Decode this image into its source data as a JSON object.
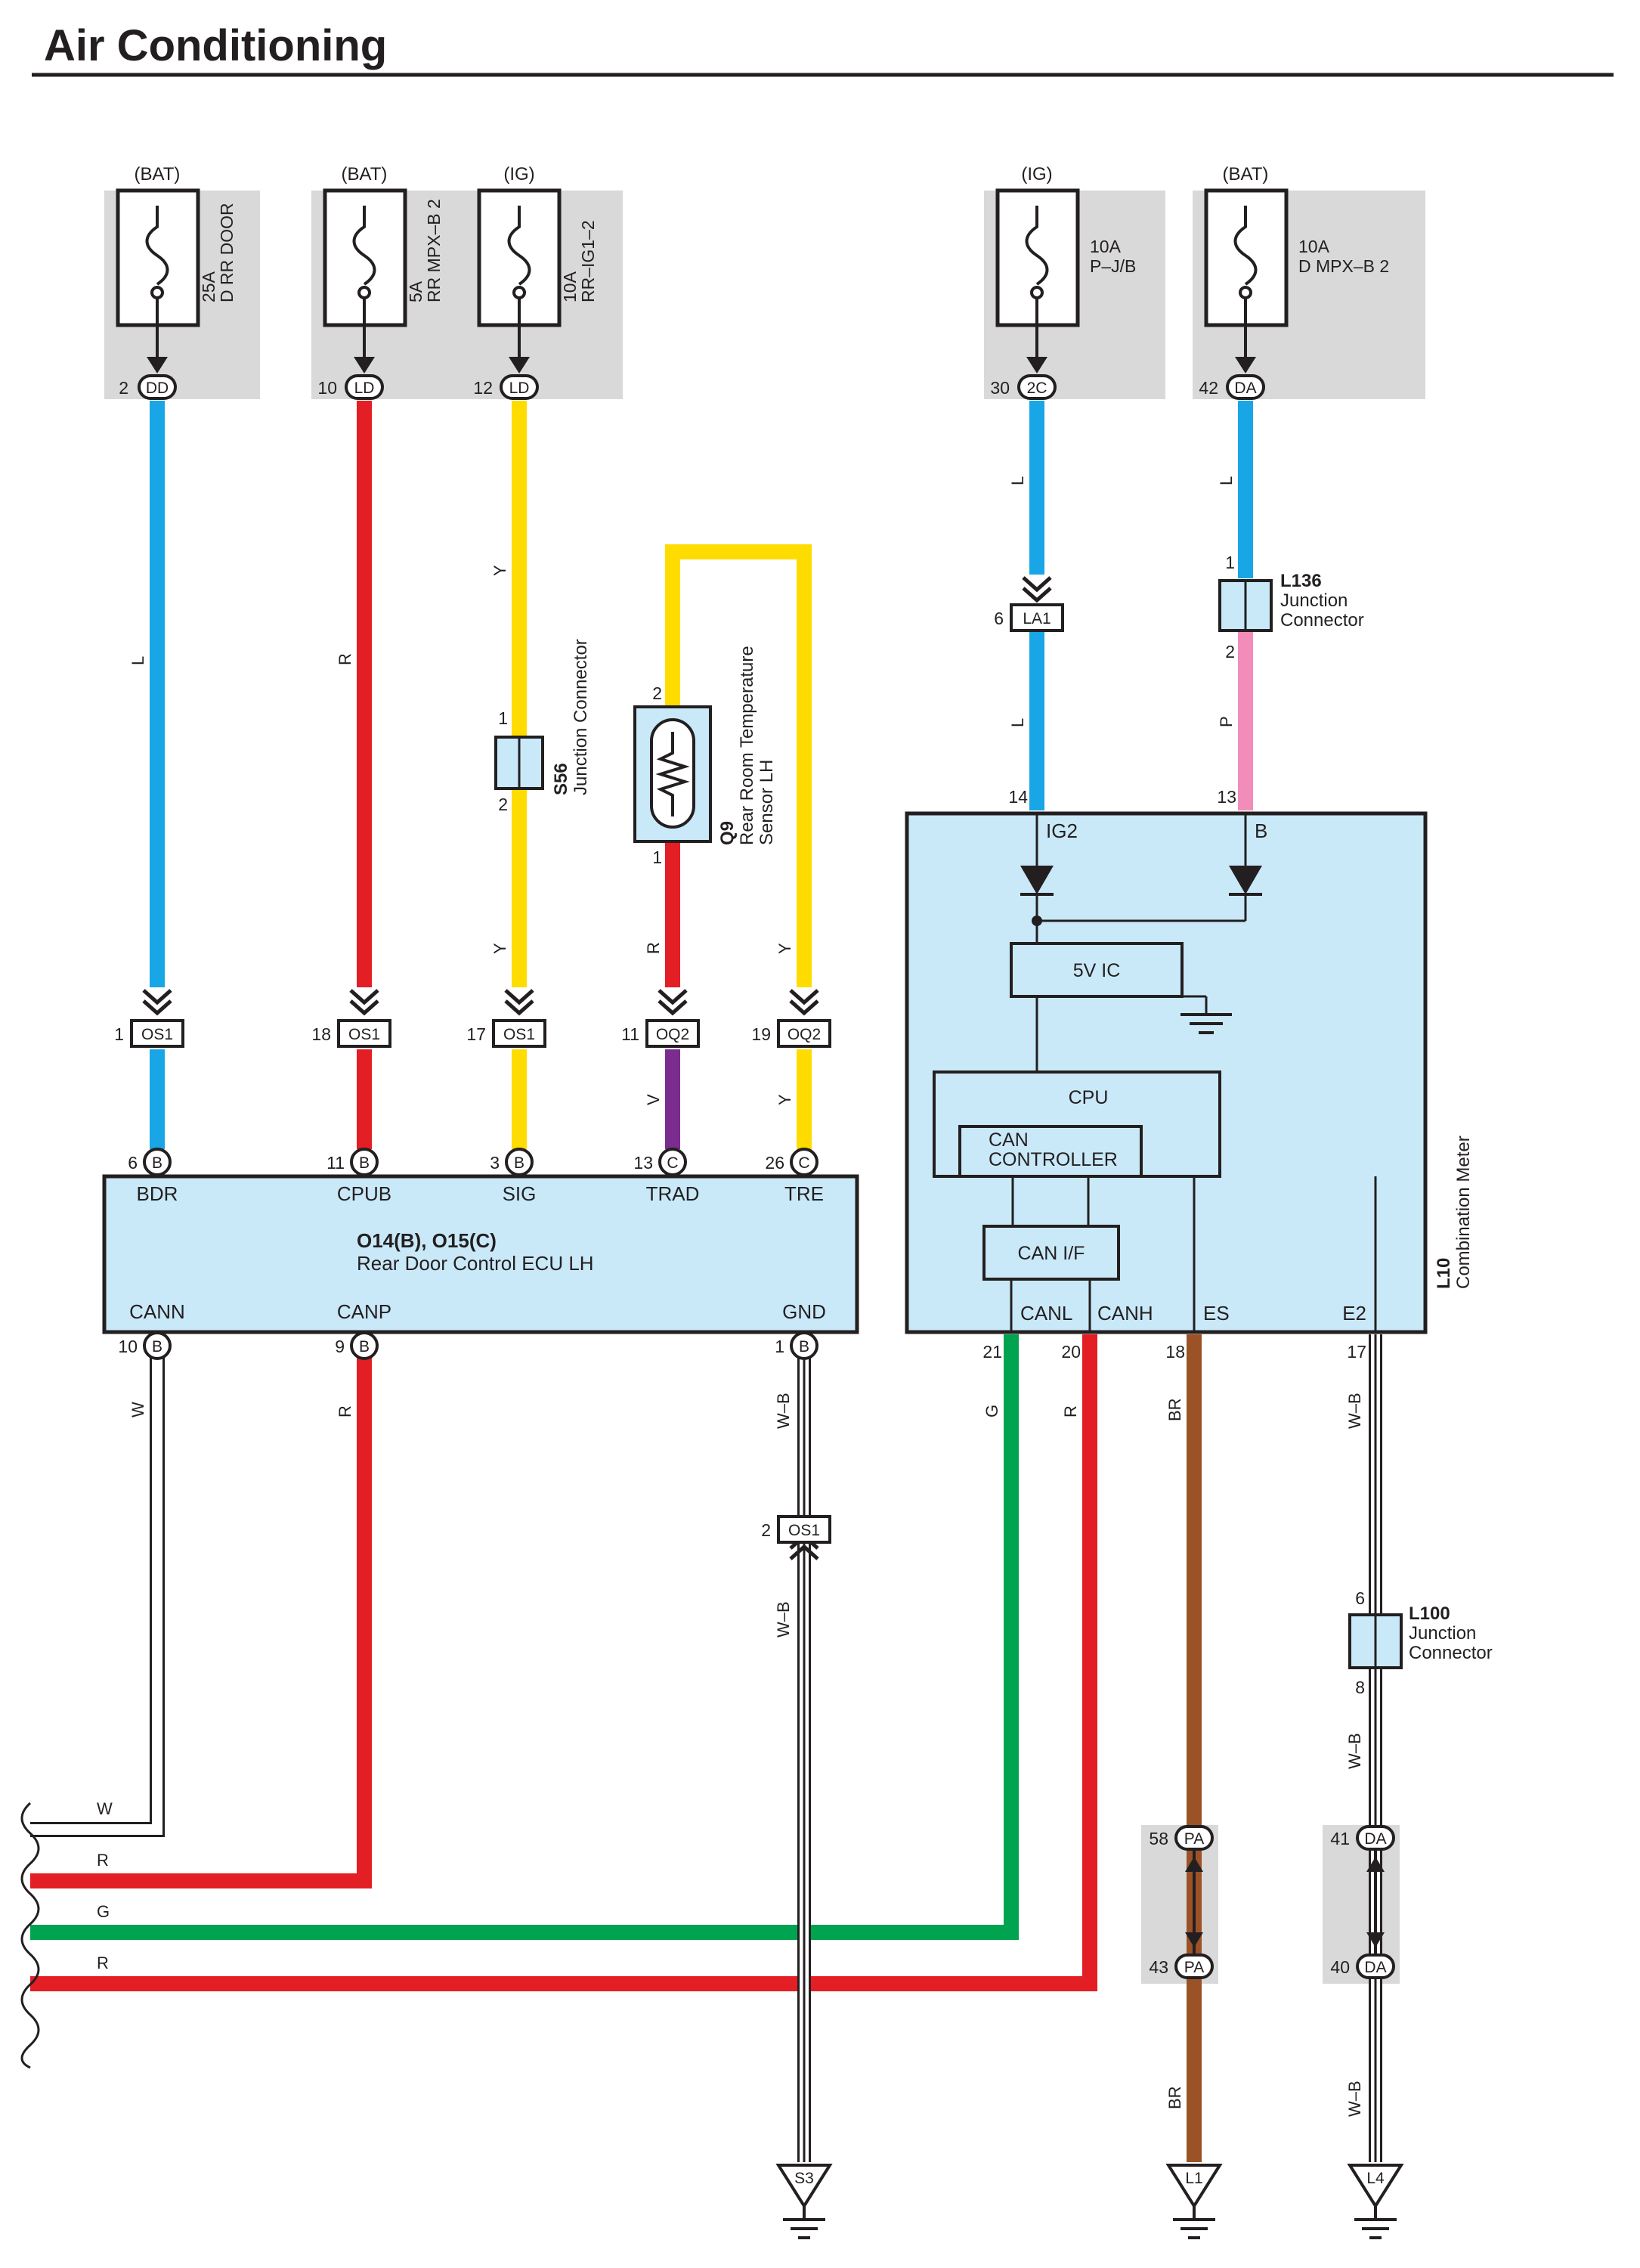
{
  "title": "Air Conditioning",
  "colors": {
    "L": "#19a6e6",
    "R": "#e31e24",
    "Y": "#ffdc00",
    "V": "#7b2c8f",
    "P": "#f28cb9",
    "G": "#00a350",
    "BR": "#9b5227",
    "W": "#ffffff",
    "W-B": "#ffffff",
    "box_fill": "#c9e9f9",
    "fuse_bg": "#d9d9da",
    "line": "#231f20"
  },
  "fuses": [
    {
      "source": "(BAT)",
      "rating": "25A",
      "name": "D RR DOOR",
      "pin": "2",
      "conn": "DD"
    },
    {
      "source": "(BAT)",
      "rating": "5A",
      "name": "RR MPX–B 2",
      "pin": "10",
      "conn": "LD"
    },
    {
      "source": "(IG)",
      "rating": "10A",
      "name": "RR–IG1–2",
      "pin": "12",
      "conn": "LD"
    },
    {
      "source": "(IG)",
      "rating": "10A",
      "name": "P–J/B",
      "pin": "30",
      "conn": "2C"
    },
    {
      "source": "(BAT)",
      "rating": "10A",
      "name": "D MPX–B 2",
      "pin": "42",
      "conn": "DA"
    }
  ],
  "wire_labels": [
    "L",
    "R",
    "Y",
    "Y",
    "R",
    "V",
    "Y",
    "Y",
    "L",
    "P",
    "L",
    "L",
    "W",
    "R",
    "W–B",
    "W–B",
    "G",
    "R",
    "BR",
    "W–B",
    "W–B",
    "BR",
    "W–B",
    "W",
    "R",
    "G",
    "R"
  ],
  "pins": [
    "1",
    "2",
    "1",
    "2",
    "2",
    "1",
    "6",
    "1",
    "2",
    "14",
    "13",
    "6",
    "8"
  ],
  "connectors": [
    {
      "pin": "1",
      "name": "OS1"
    },
    {
      "pin": "18",
      "name": "OS1"
    },
    {
      "pin": "17",
      "name": "OS1"
    },
    {
      "pin": "11",
      "name": "OQ2"
    },
    {
      "pin": "19",
      "name": "OQ2"
    },
    {
      "pin": "6",
      "name": "LA1"
    },
    {
      "pin": "2",
      "name": "OS1"
    }
  ],
  "ecu_pins": [
    {
      "pin": "6",
      "conn": "B",
      "signal": "BDR"
    },
    {
      "pin": "11",
      "conn": "B",
      "signal": "CPUB"
    },
    {
      "pin": "3",
      "conn": "B",
      "signal": "SIG"
    },
    {
      "pin": "13",
      "conn": "C",
      "signal": "TRAD"
    },
    {
      "pin": "26",
      "conn": "C",
      "signal": "TRE"
    },
    {
      "pin": "10",
      "conn": "B",
      "signal": "CANN"
    },
    {
      "pin": "9",
      "conn": "B",
      "signal": "CANP"
    },
    {
      "pin": "1",
      "conn": "B",
      "signal": "GND"
    }
  ],
  "ecu": {
    "id": "O14(B), O15(C)",
    "name": "Rear Door Control ECU LH"
  },
  "junctions": [
    {
      "id": "S56",
      "name": "Junction Connector"
    },
    {
      "id": "L136",
      "name_lines": [
        "Junction",
        "Connector"
      ]
    },
    {
      "id": "L100",
      "name_lines": [
        "Junction",
        "Connector"
      ]
    }
  ],
  "sensor": {
    "id": "Q9",
    "name_lines": [
      "Rear Room Temperature",
      "Sensor LH"
    ]
  },
  "meter": {
    "id": "L10",
    "name": "Combination Meter",
    "inputs": [
      "IG2",
      "B"
    ],
    "blocks": [
      "5V IC",
      "CPU",
      "CAN",
      "CONTROLLER",
      "CAN I/F"
    ],
    "bottom_pins": [
      {
        "pin": "21",
        "signal": "CANL"
      },
      {
        "pin": "20",
        "signal": "CANH"
      },
      {
        "pin": "18",
        "signal": "ES"
      },
      {
        "pin": "17",
        "signal": "E2"
      }
    ]
  },
  "inline_connectors": [
    {
      "pin": "58",
      "conn": "PA"
    },
    {
      "pin": "43",
      "conn": "PA"
    },
    {
      "pin": "41",
      "conn": "DA"
    },
    {
      "pin": "40",
      "conn": "DA"
    }
  ],
  "grounds": [
    "S3",
    "L1",
    "L4"
  ]
}
